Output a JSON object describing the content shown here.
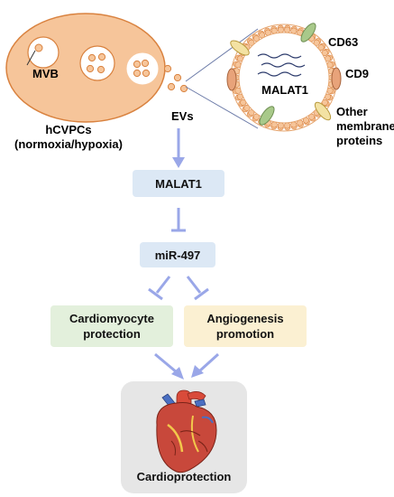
{
  "cell": {
    "mvb_label": "MVB",
    "cell_label_line1": "hCVPCs",
    "cell_label_line2": "(normoxia/hypoxia)",
    "evs_label": "EVs"
  },
  "vesicle": {
    "cargo_label": "MALAT1",
    "marker_cd63": "CD63",
    "marker_cd9": "CD9",
    "other_line1": "Other",
    "other_line2": "membrane",
    "other_line3": "proteins"
  },
  "pathway": {
    "malat1": "MALAT1",
    "mir497": "miR-497",
    "cardio_line1": "Cardiomyocyte",
    "cardio_line2": "protection",
    "angio_line1": "Angiogenesis",
    "angio_line2": "promotion",
    "outcome": "Cardioprotection"
  },
  "colors": {
    "cell_fill": "#F6C59A",
    "cell_stroke": "#D9823F",
    "arrow": "#9AA7E8",
    "malat_box": "#DCE8F5",
    "mir_box": "#DCE8F5",
    "cardio_box": "#E3F0DC",
    "angio_box": "#FBF0D2",
    "outcome_box": "#E6E6E6",
    "cd63_protein": "#A8C98A",
    "cd9_protein": "#E8A37A",
    "other_protein": "#F3E2A3"
  }
}
